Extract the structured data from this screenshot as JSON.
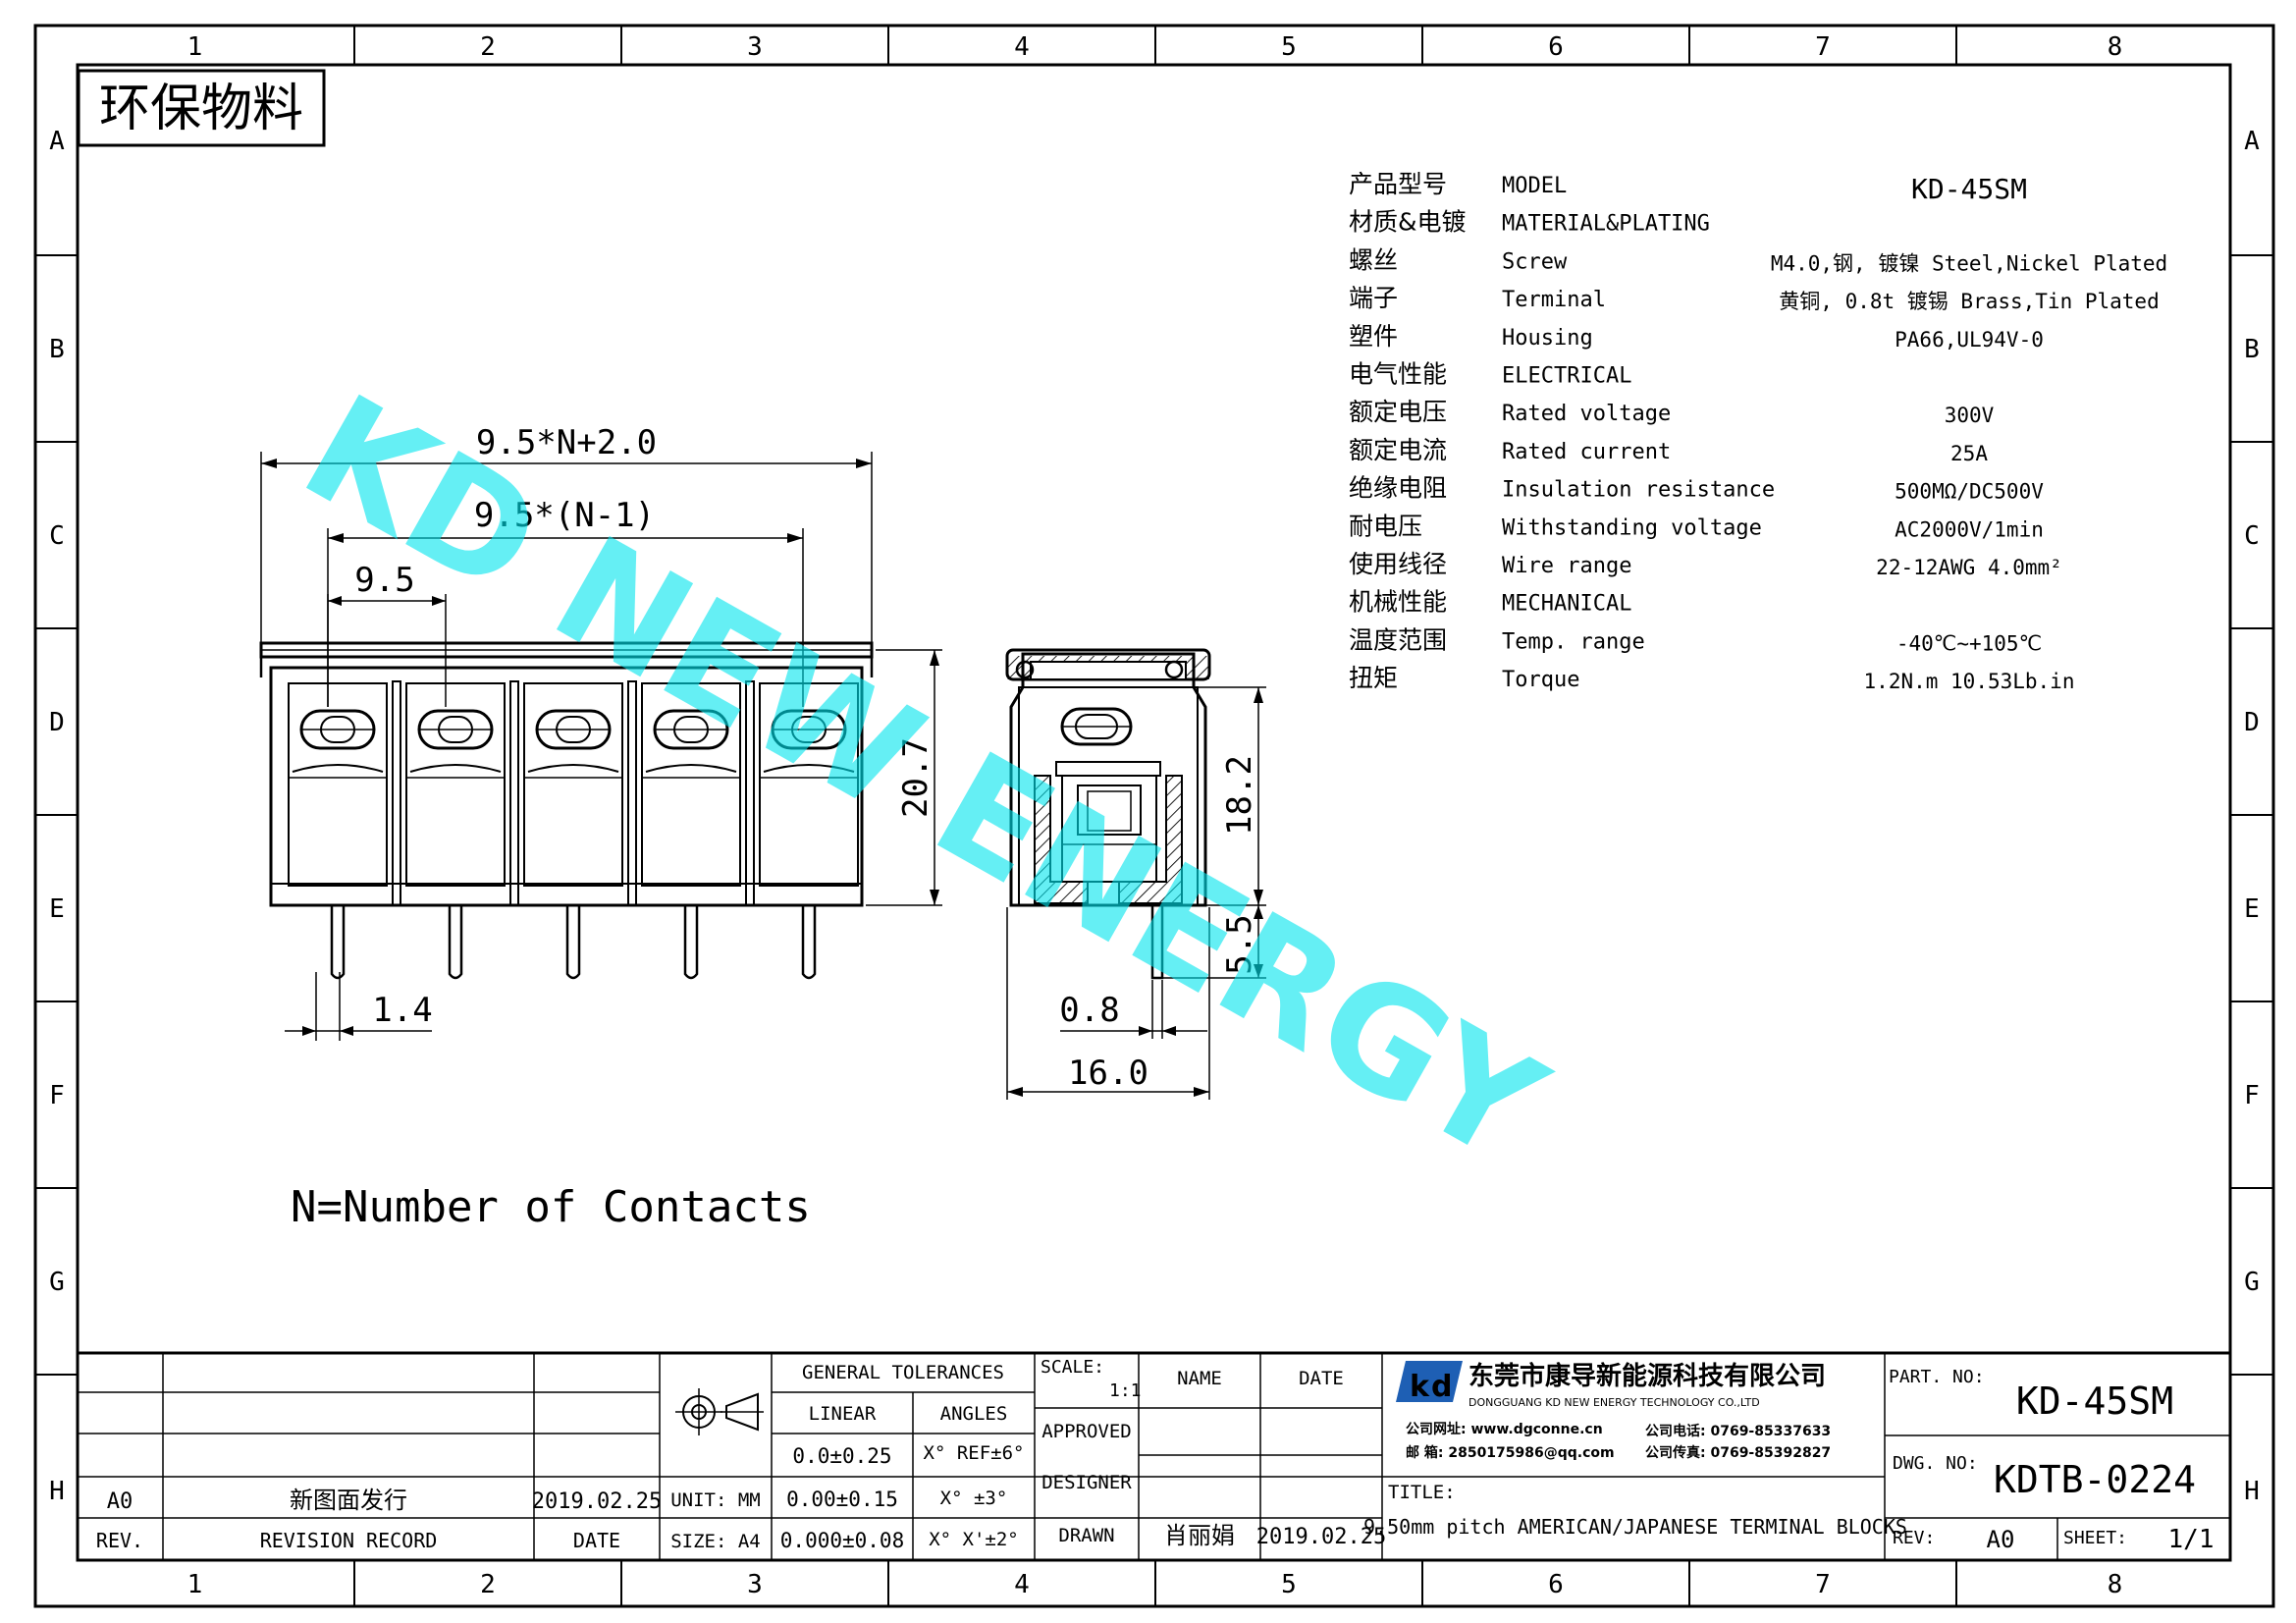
{
  "grid": {
    "columns": [
      "1",
      "2",
      "3",
      "4",
      "5",
      "6",
      "7",
      "8"
    ],
    "rows": [
      "A",
      "B",
      "C",
      "D",
      "E",
      "F",
      "G",
      "H"
    ]
  },
  "eco_stamp": "环保物料",
  "watermark": "KD NEW ENERGY",
  "spec_table": [
    {
      "cn": "产品型号",
      "en": "MODEL",
      "value": "KD-45SM"
    },
    {
      "cn": "材质&电镀",
      "en": "MATERIAL&PLATING",
      "value": ""
    },
    {
      "cn": "螺丝",
      "en": "Screw",
      "value": "M4.0,钢, 镀镍 Steel,Nickel Plated"
    },
    {
      "cn": "端子",
      "en": "Terminal",
      "value": "黄铜, 0.8t 镀锡 Brass,Tin Plated"
    },
    {
      "cn": "塑件",
      "en": "Housing",
      "value": "PA66,UL94V-0"
    },
    {
      "cn": "电气性能",
      "en": "ELECTRICAL",
      "value": ""
    },
    {
      "cn": "额定电压",
      "en": "Rated voltage",
      "value": "300V"
    },
    {
      "cn": "额定电流",
      "en": "Rated current",
      "value": "25A"
    },
    {
      "cn": "绝缘电阻",
      "en": "Insulation resistance",
      "value": "500MΩ/DC500V"
    },
    {
      "cn": "耐电压",
      "en": "Withstanding voltage",
      "value": "AC2000V/1min"
    },
    {
      "cn": "使用线径",
      "en": "Wire range",
      "value": "22-12AWG 4.0mm²"
    },
    {
      "cn": "机械性能",
      "en": "MECHANICAL",
      "value": ""
    },
    {
      "cn": "温度范围",
      "en": "Temp. range",
      "value": "-40℃~+105℃"
    },
    {
      "cn": "扭矩",
      "en": "Torque",
      "value": "1.2N.m  10.53Lb.in"
    }
  ],
  "dimensions": {
    "overall_length": "9.5*N+2.0",
    "span": "9.5*(N-1)",
    "pitch": "9.5",
    "height": "20.7",
    "pin_width": "1.4",
    "side_height": "18.2",
    "pin_length": "5.5",
    "pin_thickness": "0.8",
    "depth": "16.0"
  },
  "note": "N=Number of Contacts",
  "title_block": {
    "general_tolerances": "GENERAL TOLERANCES",
    "linear": "LINEAR",
    "angles": "ANGLES",
    "tol_linear": [
      "0.0±0.25",
      "0.00±0.15",
      "0.000±0.08"
    ],
    "tol_angles": [
      "X° REF±6°",
      "X° ±3°",
      "X° X'±2°"
    ],
    "scale_label": "SCALE:",
    "scale_value": "1:1",
    "name_label": "NAME",
    "date_label": "DATE",
    "approved": "APPROVED",
    "designer": "DESIGNER",
    "drawn": "DRAWN",
    "drawn_name": "肖丽娟",
    "drawn_date": "2019.02.25",
    "unit": "UNIT: MM",
    "size": "SIZE: A4",
    "rev_code": "A0",
    "rev_desc": "新图面发行",
    "rev_date": "2019.02.25",
    "rev_header": "REV.",
    "rev_record": "REVISION RECORD",
    "date_header": "DATE",
    "company_cn": "东莞市康导新能源科技有限公司",
    "company_en": "DONGGUANG KD NEW ENERGY TECHNOLOGY CO.,LTD",
    "website": "公司网址: www.dgconne.cn",
    "email": "邮    箱: 2850175986@qq.com",
    "phone": "公司电话: 0769-85337633",
    "fax": "公司传真: 0769-85392827",
    "title_label": "TITLE:",
    "title": "9.50mm pitch AMERICAN/JAPANESE TERMINAL BLOCKS",
    "part_label": "PART. NO:",
    "part_no": "KD-45SM",
    "dwg_label": "DWG. NO:",
    "dwg_no": "KDTB-0224",
    "rev_label": "REV:",
    "rev_value": "A0",
    "sheet_label": "SHEET:",
    "sheet_value": "1/1"
  }
}
